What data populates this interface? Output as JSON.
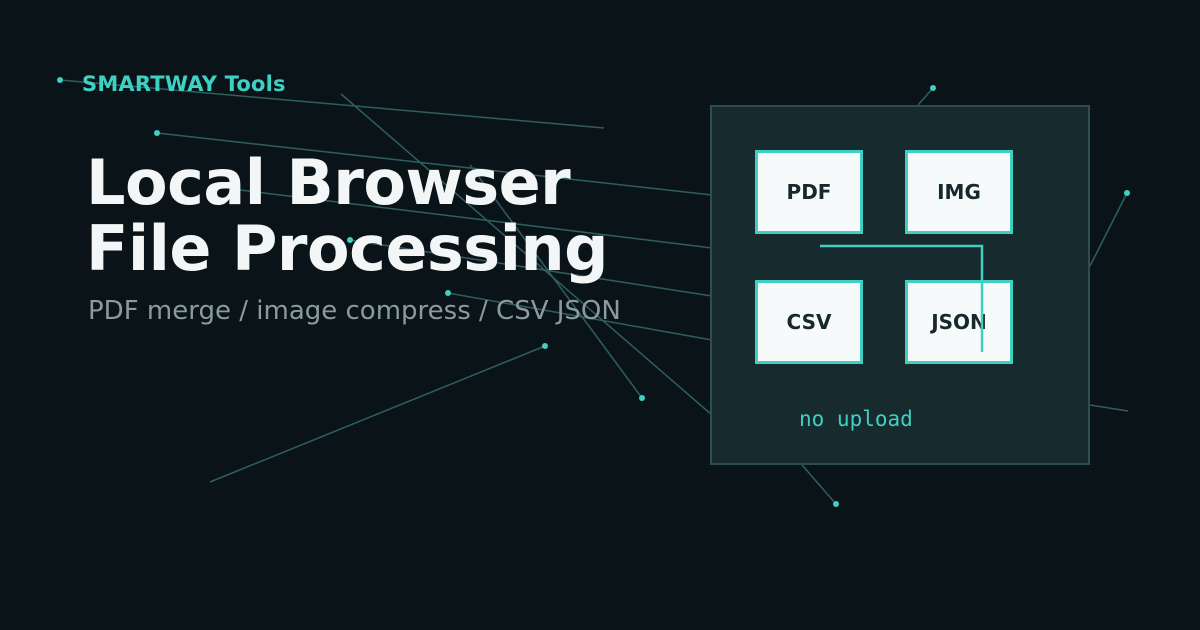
{
  "brand": {
    "name": "SMARTWAY Tools"
  },
  "hero": {
    "title_line1": "Local Browser",
    "title_line2": "File Processing",
    "subtitle": "PDF merge / image compress / CSV JSON"
  },
  "panel": {
    "tiles": [
      "PDF",
      "IMG",
      "CSV",
      "JSON"
    ],
    "note": "no upload"
  },
  "colors": {
    "background": "#0a1418",
    "accent": "#3fd0c4",
    "panel": "#172a2e",
    "title": "#f2f6f7",
    "subtitle": "#8a9a9e"
  }
}
